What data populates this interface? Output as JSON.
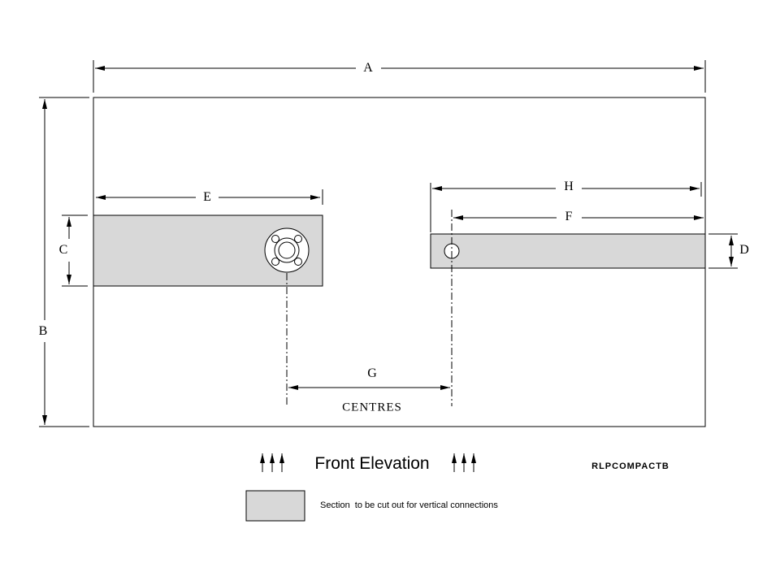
{
  "drawing": {
    "dimensions": {
      "a": "A",
      "b": "B",
      "c": "C",
      "d": "D",
      "e": "E",
      "f": "F",
      "g": "G",
      "h": "H"
    },
    "centres_label": "CENTRES",
    "title": "Front Elevation",
    "part_code": "RLPCOMPACTB",
    "legend": {
      "text": "Section  to be cut out for vertical connections"
    },
    "colors": {
      "section_fill": "#d8d8d8",
      "line": "#000000",
      "background": "#ffffff"
    }
  }
}
